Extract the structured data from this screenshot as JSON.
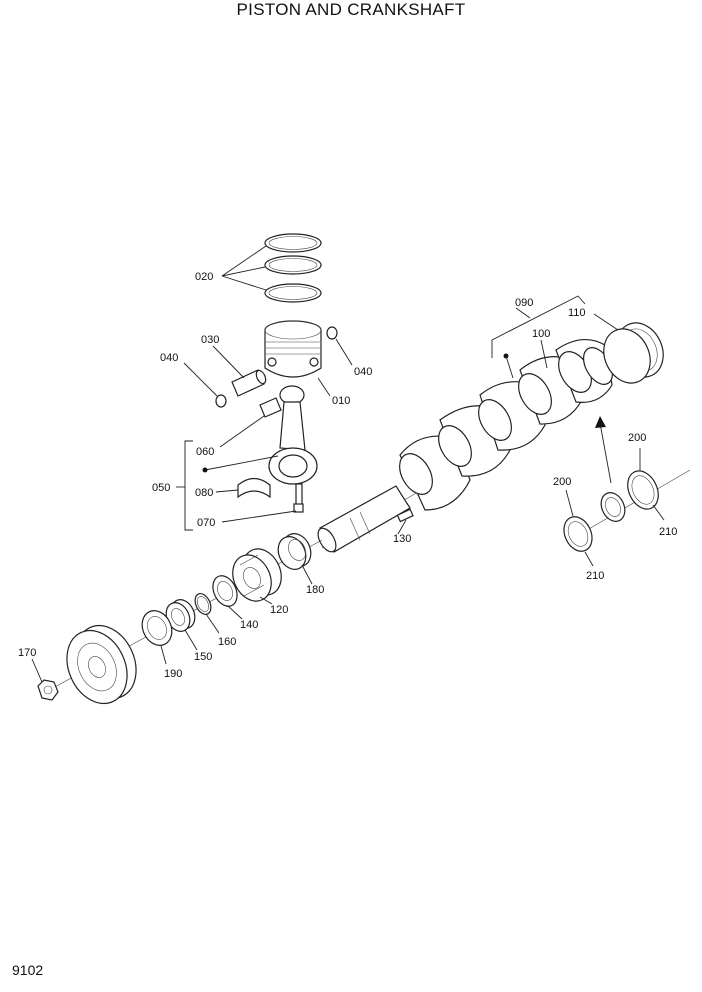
{
  "title": "PISTON AND CRANKSHAFT",
  "page_number": "9102",
  "parts": {
    "p010": "010",
    "p020": "020",
    "p030": "030",
    "p040a": "040",
    "p040b": "040",
    "p050": "050",
    "p060": "060",
    "p070": "070",
    "p080": "080",
    "p090": "090",
    "p100": "100",
    "p110": "110",
    "p120": "120",
    "p130": "130",
    "p140": "140",
    "p150": "150",
    "p160": "160",
    "p170": "170",
    "p180": "180",
    "p190": "190",
    "p200a": "200",
    "p200b": "200",
    "p210a": "210",
    "p210b": "210"
  }
}
